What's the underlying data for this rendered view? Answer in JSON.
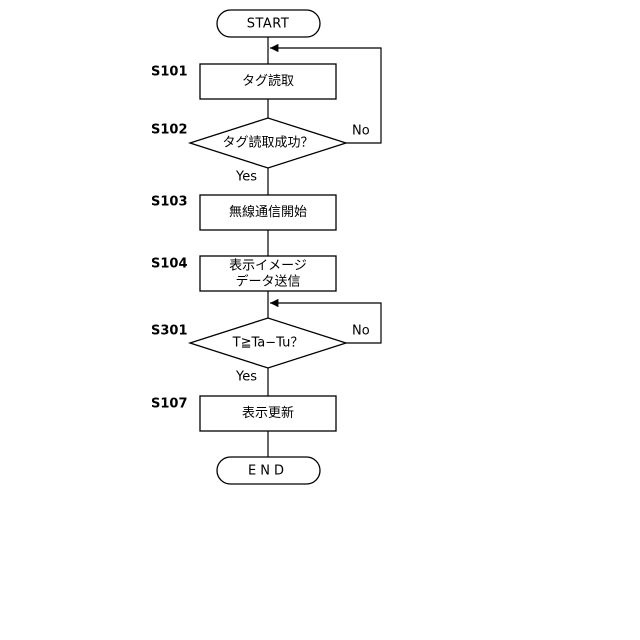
{
  "start": {
    "label": "START"
  },
  "end": {
    "label": "END"
  },
  "steps": [
    {
      "id": "S101",
      "text": "タグ読取"
    },
    {
      "id": "S102",
      "text": "タグ読取成功？",
      "yes": "Yes",
      "no": "No"
    },
    {
      "id": "S103",
      "text": "無線通信開始"
    },
    {
      "id": "S104",
      "lines": [
        "表示イメージ",
        "データ送信"
      ]
    },
    {
      "id": "S301",
      "text": "T≧Ta−Tu？",
      "yes": "Yes",
      "no": "No"
    },
    {
      "id": "S107",
      "text": "表示更新"
    }
  ]
}
